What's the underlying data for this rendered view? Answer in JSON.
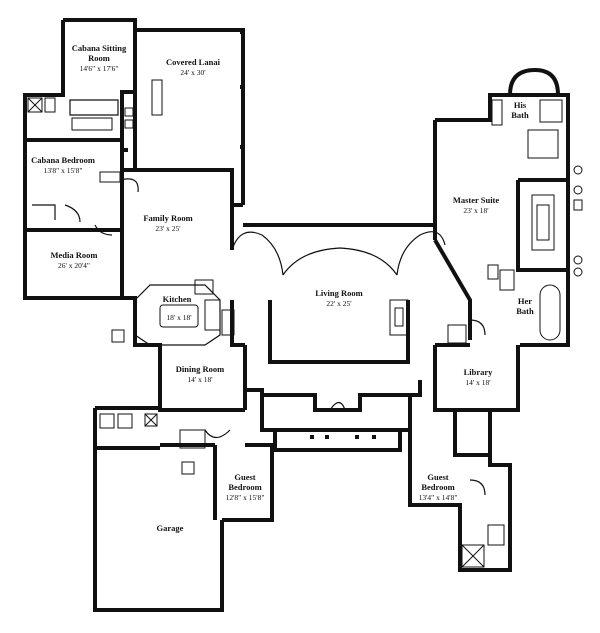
{
  "plan": {
    "rooms": [
      {
        "id": "cabana-sitting-room",
        "name": "Cabana Sitting",
        "name2": "Room",
        "dims": "14'6\" x 17'6\""
      },
      {
        "id": "covered-lanai",
        "name": "Covered Lanai",
        "name2": "",
        "dims": "24' x 30'"
      },
      {
        "id": "his-bath",
        "name": "His",
        "name2": "Bath",
        "dims": ""
      },
      {
        "id": "cabana-bedroom",
        "name": "Cabana Bedroom",
        "name2": "",
        "dims": "13'8\" x 15'8\""
      },
      {
        "id": "master-suite",
        "name": "Master Suite",
        "name2": "",
        "dims": "23' x 18'"
      },
      {
        "id": "family-room",
        "name": "Family Room",
        "name2": "",
        "dims": "23' x 25'"
      },
      {
        "id": "media-room",
        "name": "Media Room",
        "name2": "",
        "dims": "26' x 20'4\""
      },
      {
        "id": "kitchen",
        "name": "Kitchen",
        "name2": "",
        "dims": "18' x 18'"
      },
      {
        "id": "living-room",
        "name": "Living Room",
        "name2": "",
        "dims": "22' x 25'"
      },
      {
        "id": "her-bath",
        "name": "Her",
        "name2": "Bath",
        "dims": ""
      },
      {
        "id": "dining-room",
        "name": "Dining Room",
        "name2": "",
        "dims": "14' x 18'"
      },
      {
        "id": "library",
        "name": "Library",
        "name2": "",
        "dims": "14' x 18'"
      },
      {
        "id": "guest-bedroom-1",
        "name": "Guest",
        "name2": "Bedroom",
        "dims": "12'8\" x 15'8\""
      },
      {
        "id": "guest-bedroom-2",
        "name": "Guest",
        "name2": "Bedroom",
        "dims": "13'4\" x 14'8\""
      },
      {
        "id": "garage",
        "name": "Garage",
        "name2": "",
        "dims": ""
      }
    ]
  }
}
